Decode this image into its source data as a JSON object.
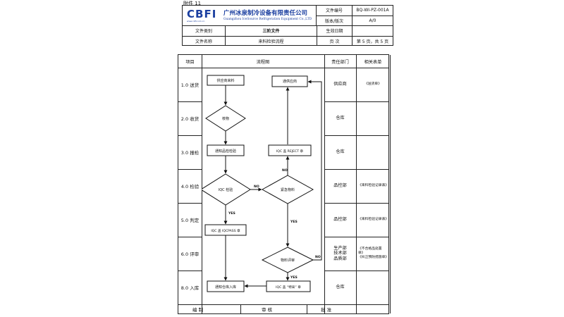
{
  "attachment": "附件 11",
  "header": {
    "logo_text": "CBFI",
    "logo_sub": "www.cbfi.com.cn",
    "company_cn": "广州冰泉制冷设备有限责任公司",
    "company_en": "Guangzhou IceSource Refrigeration Equipment Co.,LTD",
    "doc_no_label": "文件编号",
    "doc_no": "BQ-WI-PZ-001A",
    "version_label": "版本/版次",
    "version": "A/0",
    "category_label": "文件类别",
    "category": "三阶文件",
    "effective_label": "生效日期",
    "effective": "",
    "name_label": "文件名称",
    "name": "来料检验流程",
    "page_label": "页    次",
    "page": "第 5 页，共 5 页"
  },
  "table": {
    "col_item": "项目",
    "col_flow": "流程图",
    "col_resp": "责任部门",
    "col_forms": "相关表单",
    "rows": [
      {
        "item": "1.0 送货",
        "resp": "供应商",
        "forms": "《送货单》"
      },
      {
        "item": "2.0 收货",
        "resp": "仓库",
        "forms": ""
      },
      {
        "item": "3.0 报检",
        "resp": "仓库",
        "forms": ""
      },
      {
        "item": "4.0 检验",
        "resp": "品控部",
        "forms": "《来料检验记录表》"
      },
      {
        "item": "5.0 判定",
        "resp": "品控部",
        "forms": "《来料检验记录表》"
      },
      {
        "item": "6.0 评审",
        "resp": "生产部\n技术部\n品质部",
        "forms": "《不合格品处置单》\n《纠正预防措施单》"
      },
      {
        "item": "8.0 入库",
        "resp": "仓库",
        "forms": ""
      }
    ],
    "footer": {
      "prepared": "编    制",
      "reviewed": "审    核",
      "approved": "批    准"
    }
  },
  "flow": {
    "supplier_delivery": "供应商来料",
    "notify_return": "通供应商",
    "check_goods": "核物",
    "notify_inspection": "通知品检检验",
    "iqc_reject": "IQC 盖 REJECT 章",
    "iqc_inspect": "IQC 检验",
    "urgent_material": "紧急物料",
    "iqc_pass": "IQC 盖 IQCPASS 章",
    "material_review": "物料评审",
    "notify_warehouse": "通知仓库入库",
    "iqc_special": "IQC 盖 “特采” 章",
    "no": "NO",
    "yes": "YES"
  }
}
